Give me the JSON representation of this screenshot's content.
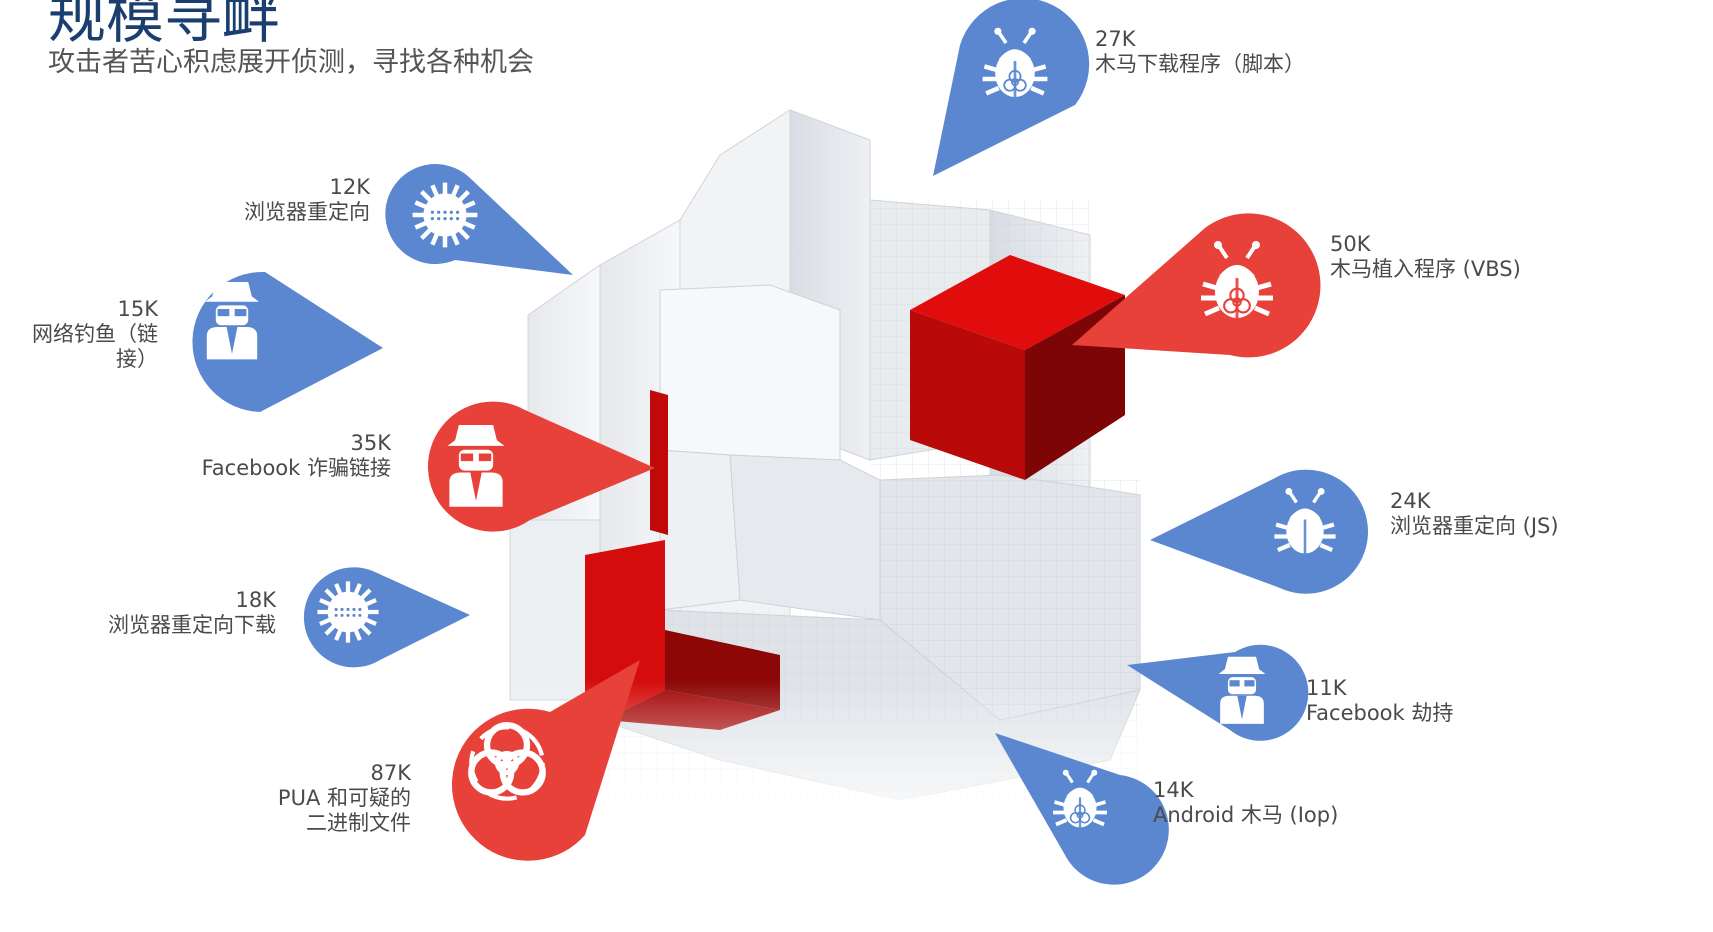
{
  "title": "规模寻衅",
  "subtitle": "攻击者苦心积虑展开侦测，寻找各种机会",
  "colors": {
    "blue": "#5a87cf",
    "red": "#e7413a",
    "cube_red": "#d50c0c",
    "title": "#1a3f6f"
  },
  "threats": [
    {
      "id": "trojan-downloader-script",
      "count": "27K",
      "label": "木马下载程序（脚本）",
      "icon": "bug-biohazard-icon",
      "color": "blue"
    },
    {
      "id": "browser-redirect-1",
      "count": "12K",
      "label": "浏览器重定向",
      "icon": "virus-icon",
      "color": "blue"
    },
    {
      "id": "trojan-dropper-vbs",
      "count": "50K",
      "label": "木马植入程序 (VBS)",
      "icon": "bug-biohazard-icon",
      "color": "red"
    },
    {
      "id": "phishing-link",
      "count": "15K",
      "label_lines": [
        "网络钓鱼（链",
        "接）"
      ],
      "icon": "spy-icon",
      "color": "blue"
    },
    {
      "id": "facebook-scam-link",
      "count": "35K",
      "label": "Facebook 诈骗链接",
      "icon": "spy-icon",
      "color": "red"
    },
    {
      "id": "browser-redirect-js",
      "count": "24K",
      "label": "浏览器重定向 (JS)",
      "icon": "bug-icon",
      "color": "blue"
    },
    {
      "id": "browser-redirect-download",
      "count": "18K",
      "label": "浏览器重定向下载",
      "icon": "virus-icon",
      "color": "blue"
    },
    {
      "id": "facebook-hijack",
      "count": "11K",
      "label": "Facebook 劫持",
      "icon": "spy-icon",
      "color": "blue"
    },
    {
      "id": "pua-suspicious-binary",
      "count": "87K",
      "label_lines": [
        "PUA 和可疑的",
        "二进制文件"
      ],
      "icon": "biohazard-icon",
      "color": "red"
    },
    {
      "id": "android-trojan",
      "count": "14K",
      "label": "Android 木马 (Iop)",
      "icon": "bug-biohazard-icon",
      "color": "blue"
    }
  ]
}
